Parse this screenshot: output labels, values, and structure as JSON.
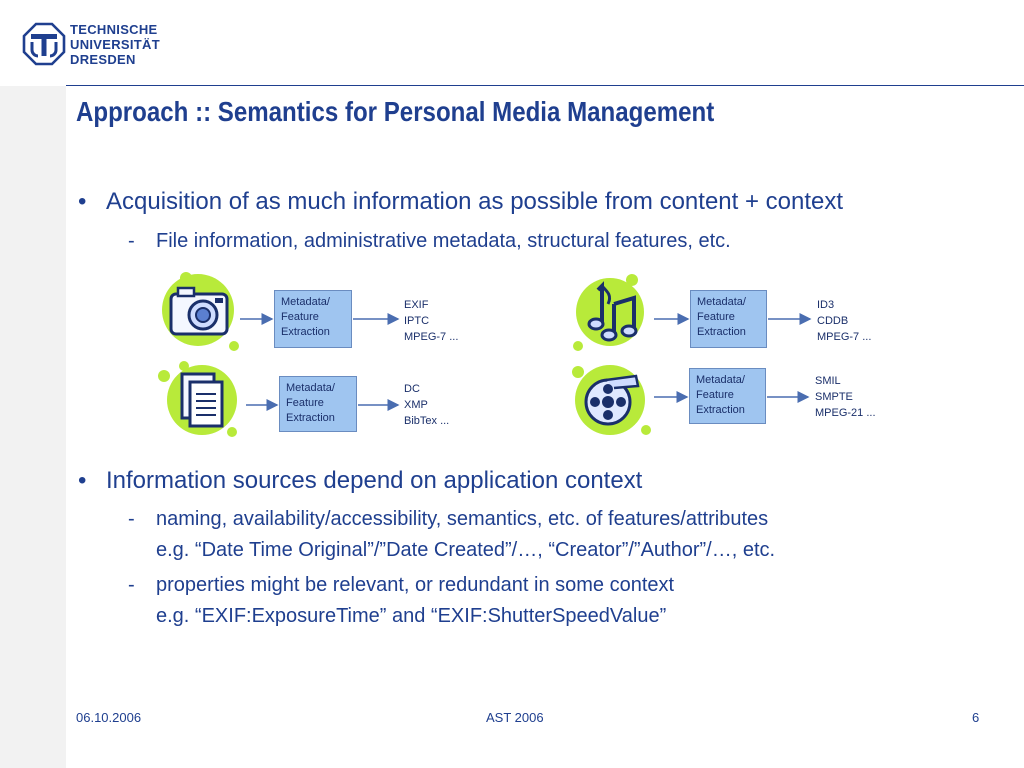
{
  "logo": {
    "line1": "TECHNISCHE",
    "line2": "UNIVERSITÄT",
    "line3": "DRESDEN"
  },
  "title": "Approach :: Semantics for Personal Media Management",
  "bullets": [
    {
      "text": "Acquisition of as much information as possible from content + context",
      "subs": [
        {
          "text": "File information, administrative metadata, structural features, etc."
        }
      ]
    },
    {
      "text": "Information sources depend on application context",
      "subs": [
        {
          "line1": "naming, availability/accessibility, semantics, etc. of features/attributes",
          "line2": "e.g. “Date Time Original”/”Date Created”/…, “Creator”/”Author”/…, etc."
        },
        {
          "line1": "properties might be relevant, or redundant in some context",
          "line2": "e.g. “EXIF:ExposureTime” and “EXIF:ShutterSpeedValue”"
        }
      ]
    }
  ],
  "bullet_symbol": "•",
  "dash_symbol": "-",
  "diagram": {
    "box_label": [
      "Metadata/",
      "Feature",
      "Extraction"
    ],
    "panels": [
      {
        "icon": "camera-icon",
        "formats": [
          "EXIF",
          "IPTC",
          "MPEG-7 ..."
        ]
      },
      {
        "icon": "document-icon",
        "formats": [
          "DC",
          "XMP",
          "BibTex ..."
        ]
      },
      {
        "icon": "music-notes-icon",
        "formats": [
          "ID3",
          "CDDB",
          "MPEG-7 ..."
        ]
      },
      {
        "icon": "film-reel-icon",
        "formats": [
          "SMIL",
          "SMPTE",
          "MPEG-21 ..."
        ]
      }
    ],
    "colors": {
      "blob": "#b8ea3a",
      "box": "#9fc5f0",
      "arrow": "#4a6db0"
    }
  },
  "footer": {
    "date": "06.10.2006",
    "event": "AST 2006",
    "page": "6"
  }
}
